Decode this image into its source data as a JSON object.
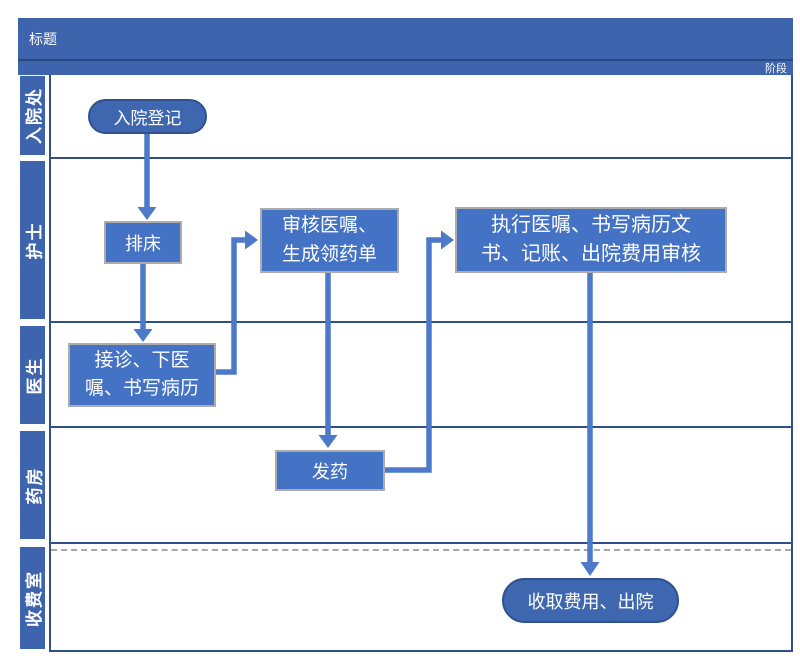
{
  "diagram": {
    "type": "swimlane-flowchart",
    "title": "标题",
    "phase_label": "阶段"
  },
  "lanes": [
    {
      "label": "入院处"
    },
    {
      "label": "护士"
    },
    {
      "label": "医生"
    },
    {
      "label": "药房"
    },
    {
      "label": "收费室"
    }
  ],
  "nodes": [
    {
      "id": "register",
      "shape": "terminator",
      "lane": "入院处",
      "lines": [
        "入院登记"
      ]
    },
    {
      "id": "bed",
      "shape": "process",
      "lane": "护士",
      "lines": [
        "排床"
      ]
    },
    {
      "id": "review",
      "shape": "process",
      "lane": "护士",
      "lines": [
        "审核医嘱、",
        "生成领药单"
      ]
    },
    {
      "id": "execute",
      "shape": "process",
      "lane": "护士",
      "lines": [
        "执行医嘱、书写病历文",
        "书、记账、出院费用审核"
      ]
    },
    {
      "id": "consult",
      "shape": "process",
      "lane": "医生",
      "lines": [
        "接诊、下医",
        "嘱、书写病历"
      ]
    },
    {
      "id": "dispense",
      "shape": "process",
      "lane": "药房",
      "lines": [
        "发药"
      ]
    },
    {
      "id": "checkout",
      "shape": "terminator",
      "lane": "收费室",
      "lines": [
        "收取费用、出院"
      ]
    }
  ],
  "edges": [
    {
      "from": "register",
      "to": "bed"
    },
    {
      "from": "bed",
      "to": "consult"
    },
    {
      "from": "consult",
      "to": "review"
    },
    {
      "from": "review",
      "to": "dispense"
    },
    {
      "from": "dispense",
      "to": "execute"
    },
    {
      "from": "execute",
      "to": "checkout"
    }
  ],
  "colors": {
    "band_blue": "#3D64AC",
    "process_fill": "#4472C4",
    "process_border": "#ACACAC",
    "terminator_fill": "#3E67B0",
    "terminator_border": "#2F528F",
    "connector": "#4C79C8",
    "lane_divider": "#2F4F86",
    "dashed_line": "#A3A8AE",
    "text": "#FFFFFF"
  }
}
